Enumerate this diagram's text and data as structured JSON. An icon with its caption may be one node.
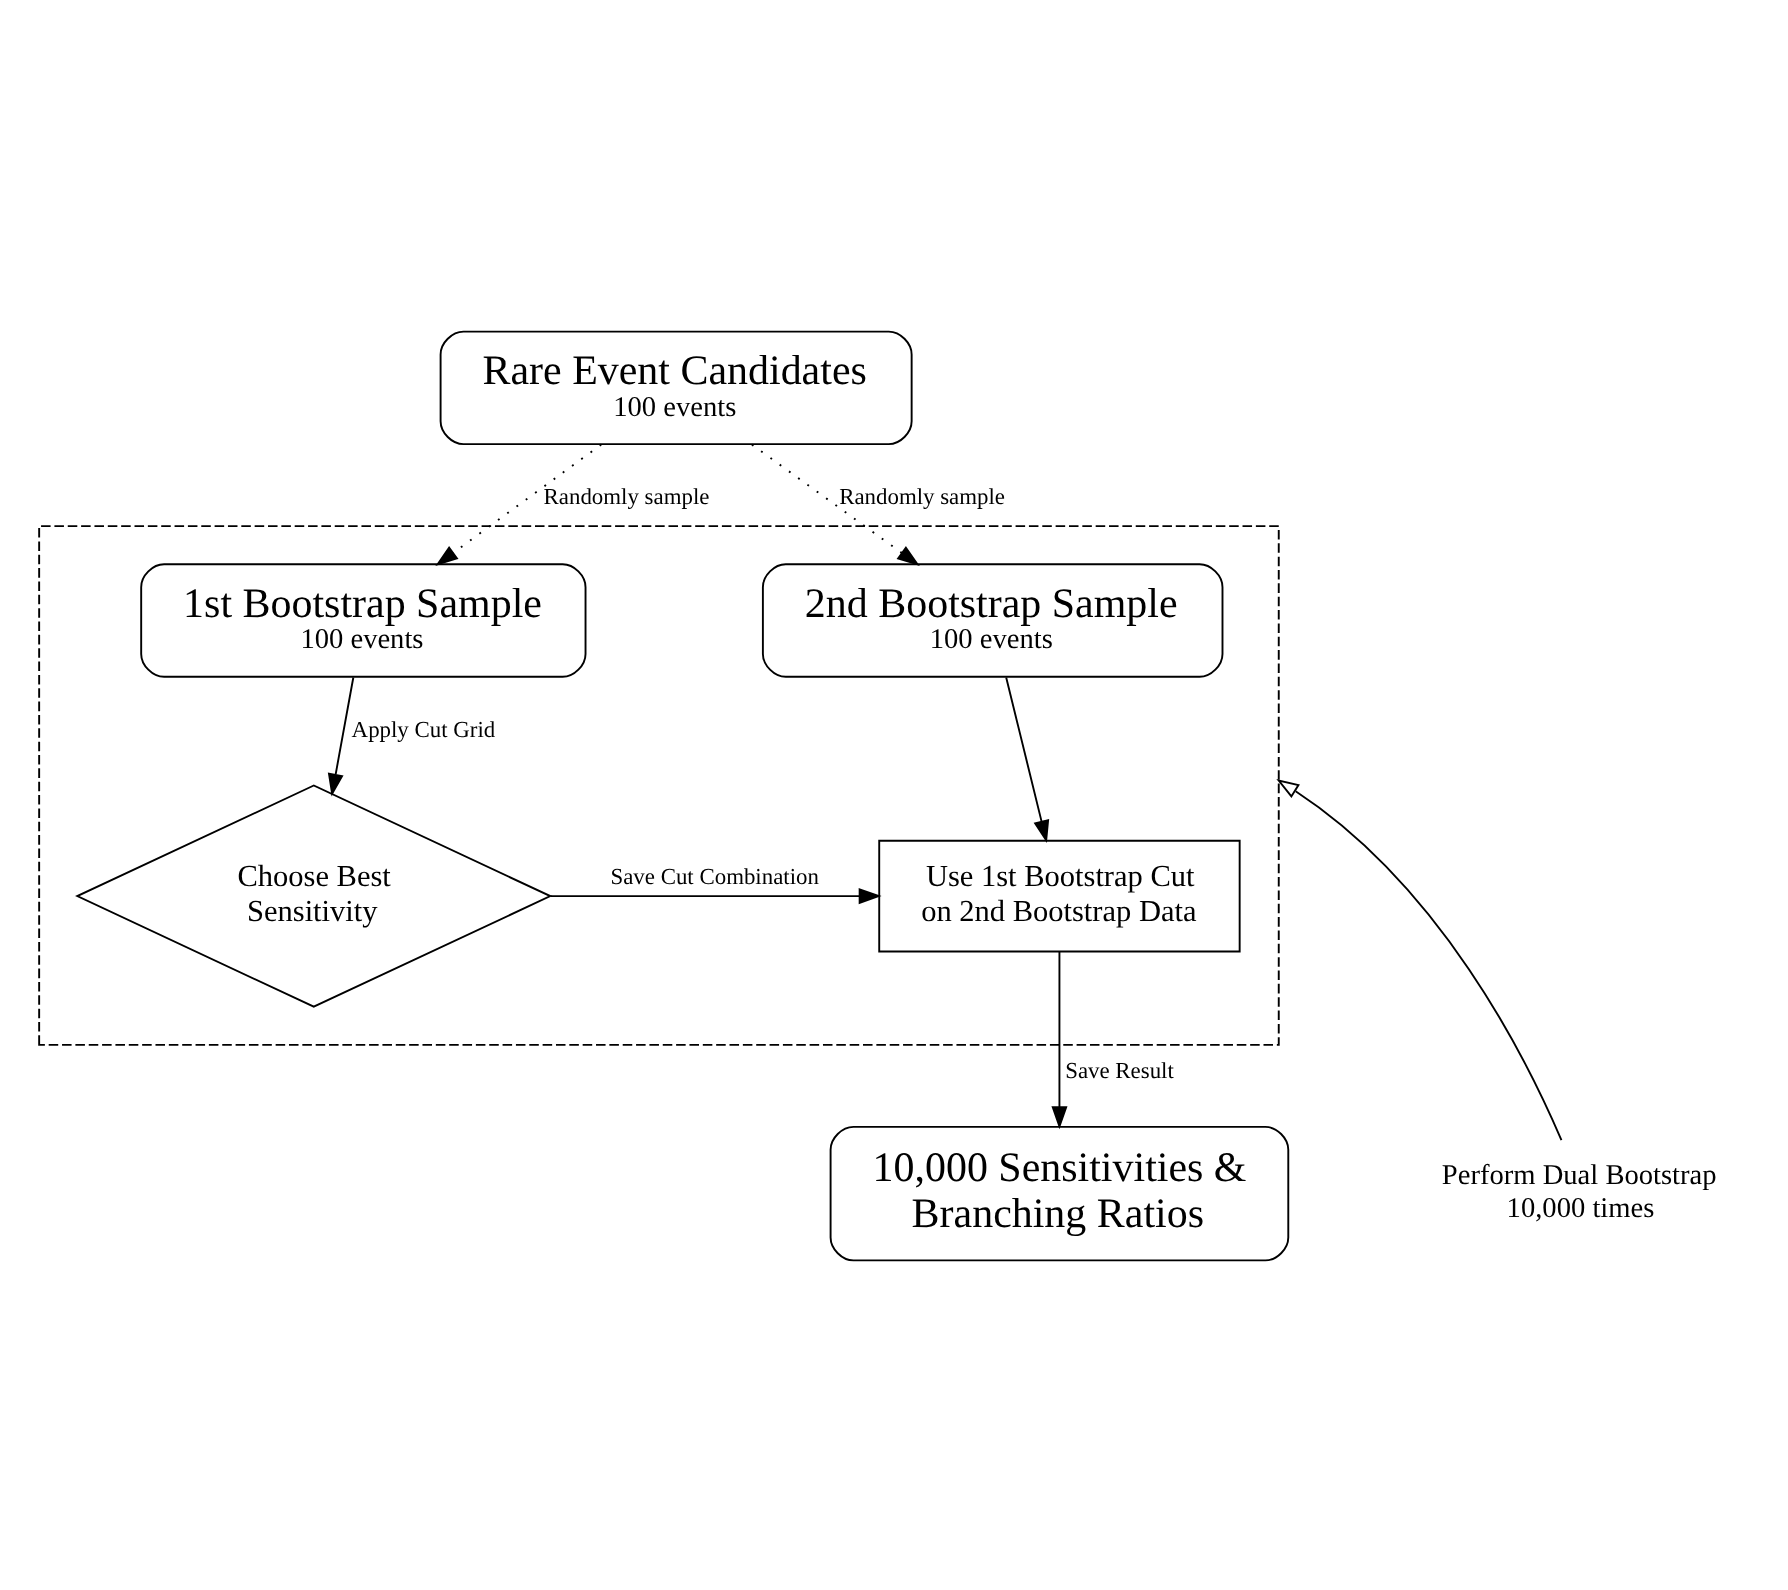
{
  "diagram": {
    "nodes": [
      {
        "text": [
          "Rare Event Candidates",
          "100 events"
        ]
      },
      {
        "text": [],
        "shape": "box"
      },
      {
        "text": [
          "1st Bootstrap Sample",
          "100 events"
        ],
        "in": 1
      },
      {
        "text": [
          "2nd Bootstrap Sample",
          "100 events"
        ],
        "in": 1
      },
      {
        "text": [
          "Choose Best Sensitivity"
        ],
        "in": 1
      },
      {
        "text": [
          "Use 1st Bootstrap Cut on 2nd Bootstrap Data"
        ],
        "in": 1
      },
      {
        "text": [
          "Perform Dual Bootstrap 10,000 times"
        ]
      },
      {
        "text": [
          "10,000 Sensitivities & Branching Ratios"
        ]
      }
    ],
    "edges": [
      {
        "from": 0,
        "to": 2,
        "arrow": "to",
        "label": "Randomly sample",
        "style": "dashed"
      },
      {
        "from": 0,
        "to": 3,
        "arrow": "to",
        "label": "Randomly sample",
        "style": "dashed"
      },
      {
        "from": 2,
        "to": 4,
        "arrow": "to",
        "label": "Apply Cut Grid"
      },
      {
        "from": 3,
        "to": 5,
        "arrow": "to"
      },
      {
        "from": 4,
        "to": 5,
        "arrow": "to",
        "label": "Save Cut Combination"
      },
      {
        "from": 5,
        "to": 7,
        "arrow": "to",
        "label": "Save Result"
      },
      {
        "from": 6,
        "to": 1,
        "arrow": "to"
      }
    ]
  }
}
